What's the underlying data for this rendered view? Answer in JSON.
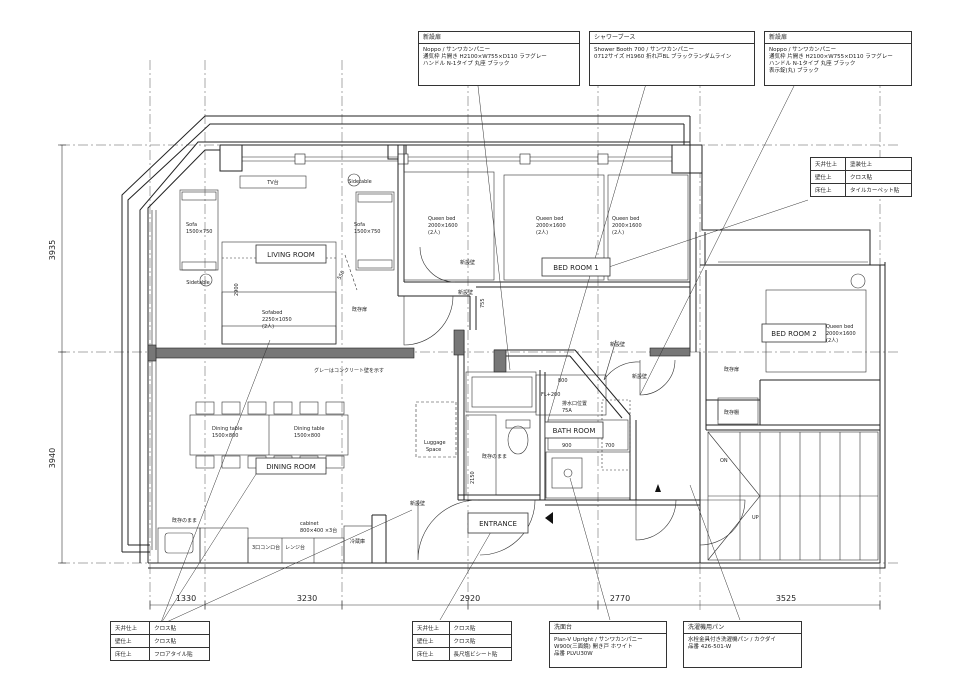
{
  "notes": {
    "new_door_1": {
      "title": "新設扉",
      "lines": [
        "Noppo / サンワカンパニー",
        "通気枠 片開き H2100×W755×D110 ラフグレー",
        "ハンドル N-1タイプ 丸座 ブラック"
      ]
    },
    "shower_booth": {
      "title": "シャワーブース",
      "lines": [
        "Shower Booth 700 / サンワカンパニー",
        "0712サイズ H1960 折れ戸BL ブラックランダムライン"
      ]
    },
    "new_door_2": {
      "title": "新設扉",
      "lines": [
        "Noppo / サンワカンパニー",
        "通気枠 片開き H2100×W755×D110 ラフグレー",
        "ハンドル N-1タイプ 丸座 ブラック",
        "表示錠(丸) ブラック"
      ]
    },
    "bath_basin": {
      "title": "洗面台",
      "lines": [
        "Plan-V Upright / サンワカンパニー",
        "W900(三面鏡) 開き戸 ホワイト",
        "品番 PLVU30W"
      ]
    },
    "laundry_pan": {
      "title": "洗濯機用パン",
      "lines": [
        "水栓金具付き洗濯機パン / カクダイ",
        "品番 426-501-W"
      ]
    }
  },
  "finish_tables": {
    "bedroom": [
      [
        "天井仕上",
        "塗装仕上"
      ],
      [
        "壁仕上",
        "クロス貼"
      ],
      [
        "床仕上",
        "タイルカーペット貼"
      ]
    ],
    "living": [
      [
        "天井仕上",
        "クロス貼"
      ],
      [
        "壁仕上",
        "クロス貼"
      ],
      [
        "床仕上",
        "フロアタイル貼"
      ]
    ],
    "entrance": [
      [
        "天井仕上",
        "クロス貼"
      ],
      [
        "壁仕上",
        "クロス貼"
      ],
      [
        "床仕上",
        "長尺塩ビシート貼"
      ]
    ]
  },
  "rooms": {
    "living": "LIVING ROOM",
    "dining": "DINING ROOM",
    "bed1": "BED ROOM 1",
    "bed2": "BED ROOM 2",
    "bath": "BATH ROOM",
    "entrance": "ENTRANCE"
  },
  "labels": {
    "tv": "TV台",
    "sidetable_top": "Sidetable",
    "sidetable_left": "Sidetable",
    "sofa_left": [
      "Sofa",
      "1500×750"
    ],
    "sofa_right": [
      "Sofa",
      "1500×750"
    ],
    "sofabed": [
      "Sofabed",
      "2250×1050",
      "(2人)"
    ],
    "dim_2900": "2900",
    "dim_550": "550",
    "queen_bed": [
      "Queen bed",
      "2000×1600",
      "(2人)"
    ],
    "new_wall": "新設壁",
    "existing_door": "既存扉",
    "existing_shelf": "既存棚",
    "concrete_note": "グレーはコンクリート壁を示す",
    "dining_table": [
      "Dining table",
      "1500×800"
    ],
    "existing_keep": "既存のまま",
    "stove": "3口コンロ台",
    "range": "レンジ台",
    "cabinet": [
      "cabinet",
      "800×400 ×3台"
    ],
    "fridge": "冷蔵庫",
    "luggage": [
      "Luggage",
      "Space"
    ],
    "drain": [
      "排水口位置",
      "75A"
    ],
    "fl_note": "FL+200",
    "dim_800": "800",
    "dim_900": "900",
    "dim_700": "700",
    "dim_755": "755",
    "dim_2150": "2150",
    "stairs_on": "ON",
    "stairs_up": "UP"
  },
  "dimensions": {
    "left_upper": "3935",
    "left_lower": "3940",
    "bottom": [
      "1330",
      "3230",
      "2920",
      "2770",
      "3525"
    ]
  }
}
